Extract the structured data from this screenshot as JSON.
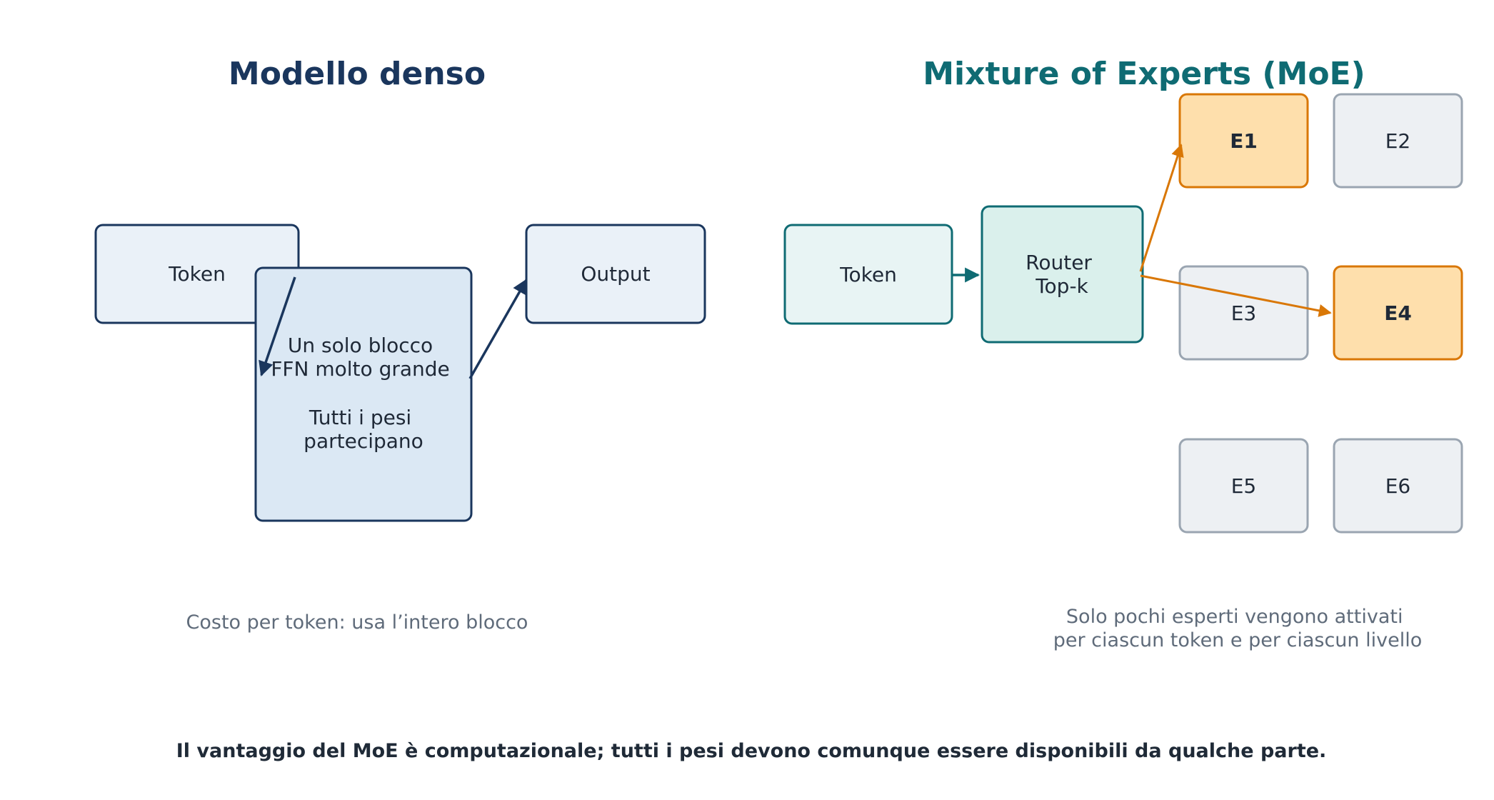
{
  "colors": {
    "dense_primary": "#1a365d",
    "dense_fill_light": "#eaf1f8",
    "dense_fill_block": "#dbe8f4",
    "moe_primary": "#0f6b73",
    "moe_fill_token": "#e8f4f4",
    "moe_fill_router": "#daf0ec",
    "active_stroke": "#d97706",
    "active_fill": "#fedfac",
    "inactive_stroke": "#9aa5b1",
    "inactive_fill": "#edf0f3",
    "caption_text": "#5f6b7a",
    "body_text": "#1f2937"
  },
  "dense": {
    "title": "Modello denso",
    "token_label": "Token",
    "block_lines": [
      "Un solo blocco",
      "FFN molto grande",
      "",
      "Tutti i pesi",
      "partecipano"
    ],
    "output_label": "Output",
    "caption": "Costo per token: usa l’intero blocco"
  },
  "moe": {
    "title": "Mixture of Experts (MoE)",
    "token_label": "Token",
    "router_lines": [
      "Router",
      "Top-k"
    ],
    "experts": [
      {
        "label": "E1",
        "active": true
      },
      {
        "label": "E2",
        "active": false
      },
      {
        "label": "E3",
        "active": false
      },
      {
        "label": "E4",
        "active": true
      },
      {
        "label": "E5",
        "active": false
      },
      {
        "label": "E6",
        "active": false
      }
    ],
    "caption_lines": [
      "Solo pochi esperti vengono attivati",
      "per ciascun token e per ciascun livello"
    ]
  },
  "footer": "Il vantaggio del MoE è computazionale; tutti i pesi devono comunque essere disponibili da qualche parte."
}
